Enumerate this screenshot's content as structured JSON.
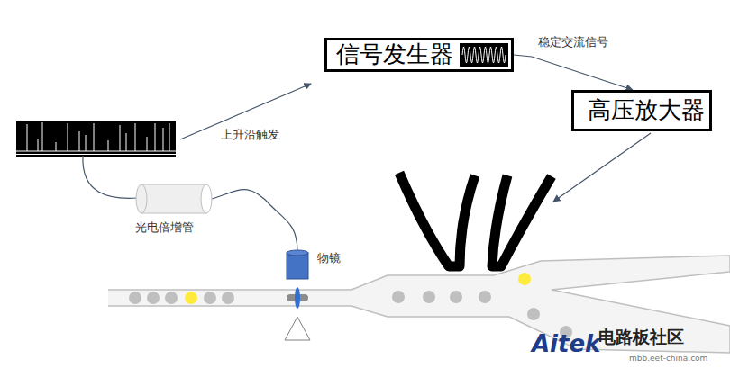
{
  "diagram": {
    "nodes": [
      {
        "text": [
          "信号发生器"
        ]
      },
      {
        "text": [
          "高压放大器"
        ]
      }
    ],
    "edges": [
      {
        "from": 0,
        "to": 1,
        "arrow": "to"
      }
    ],
    "labels": [
      "上升沿触发",
      "稳定交流信号",
      "光电倍增管",
      "物镜",
      "Aitek",
      "电路板社区",
      "mbb.eet-china.com"
    ]
  }
}
